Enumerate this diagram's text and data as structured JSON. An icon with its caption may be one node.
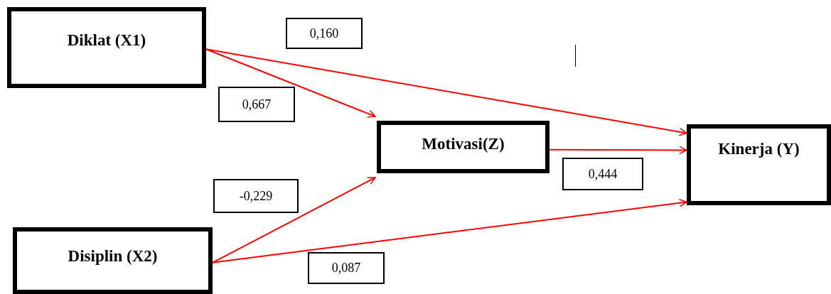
{
  "diagram": {
    "nodes": [
      {
        "text": [
          "Diklat (X1)"
        ]
      },
      {
        "text": [
          "Disiplin (X2)"
        ]
      },
      {
        "text": [
          "Motivasi(Z)"
        ]
      },
      {
        "text": [
          "Kinerja (Y)"
        ]
      }
    ],
    "edges": [
      {
        "from": 0,
        "to": 3,
        "arrow": "to",
        "label": "0,160"
      },
      {
        "from": 0,
        "to": 2,
        "arrow": "to",
        "label": "0,667"
      },
      {
        "from": 1,
        "to": 2,
        "arrow": "to",
        "label": "-0,229"
      },
      {
        "from": 2,
        "to": 3,
        "arrow": "to",
        "label": "0,444"
      },
      {
        "from": 1,
        "to": 3,
        "arrow": "to",
        "label": "0,087"
      }
    ]
  }
}
